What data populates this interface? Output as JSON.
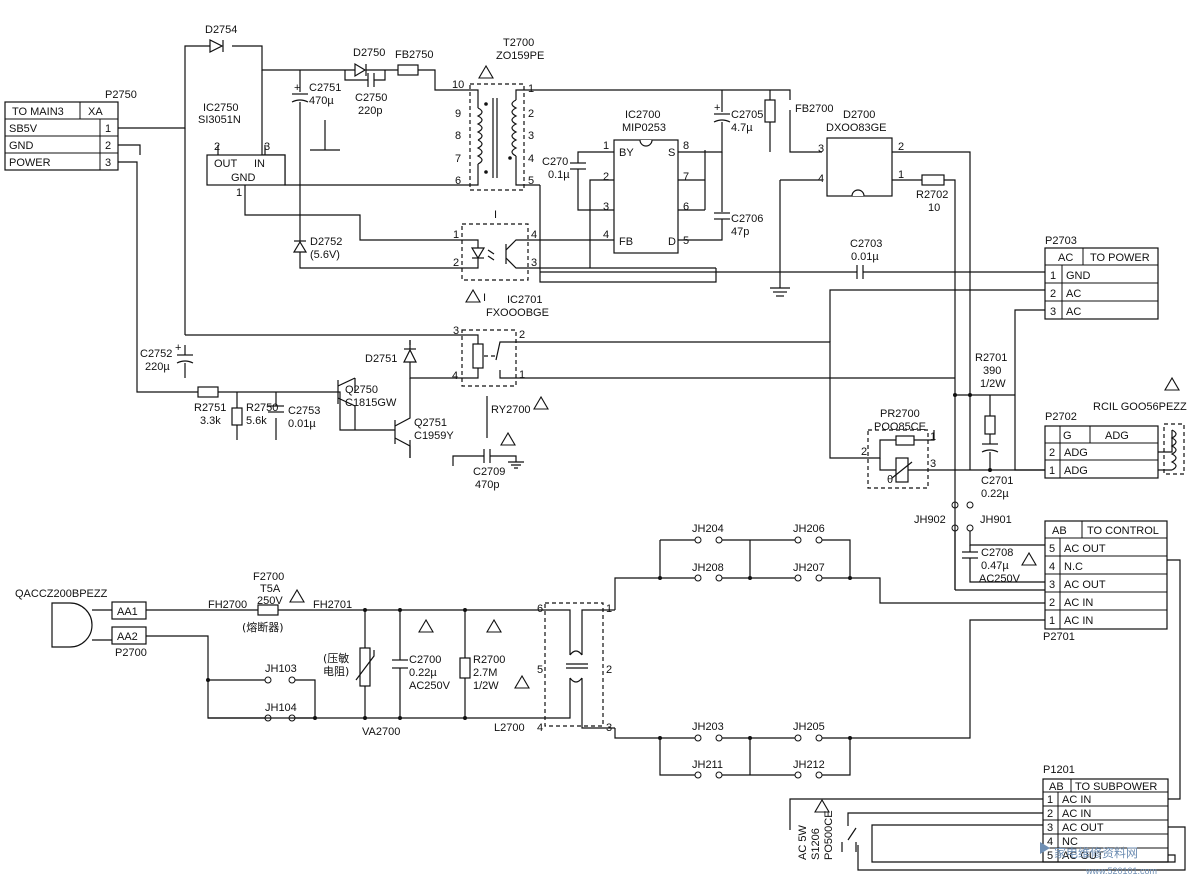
{
  "connectors": {
    "p2750": {
      "ref": "P2750",
      "head_left": "TO MAIN3",
      "head_right": "XA",
      "rows": [
        {
          "name": "SB5V",
          "pin": "1"
        },
        {
          "name": "GND",
          "pin": "2"
        },
        {
          "name": "POWER",
          "pin": "3"
        }
      ]
    },
    "p2703": {
      "ref": "P2703",
      "head_left": "AC",
      "head_right": "TO POWER",
      "rows": [
        {
          "pin": "1",
          "name": "GND"
        },
        {
          "pin": "2",
          "name": "AC"
        },
        {
          "pin": "3",
          "name": "AC"
        }
      ]
    },
    "p2702": {
      "ref": "P2702",
      "head_left": "G",
      "head_right": "ADG",
      "rows": [
        {
          "pin": "2",
          "name": "ADG"
        },
        {
          "pin": "1",
          "name": "ADG"
        }
      ]
    },
    "p2701": {
      "ref": "P2701",
      "head_left": "AB",
      "head_right": "TO CONTROL",
      "rows": [
        {
          "pin": "5",
          "name": "AC OUT"
        },
        {
          "pin": "4",
          "name": "N.C"
        },
        {
          "pin": "3",
          "name": "AC OUT"
        },
        {
          "pin": "2",
          "name": "AC IN"
        },
        {
          "pin": "1",
          "name": "AC IN"
        }
      ]
    },
    "p1201": {
      "ref": "P1201",
      "head_left": "AB",
      "head_right": "TO SUBPOWER",
      "rows": [
        {
          "pin": "1",
          "name": "AC IN"
        },
        {
          "pin": "2",
          "name": "AC IN"
        },
        {
          "pin": "3",
          "name": "AC OUT"
        },
        {
          "pin": "4",
          "name": "NC"
        },
        {
          "pin": "5",
          "name": "AC OUT"
        }
      ]
    },
    "p2700": {
      "ref": "P2700",
      "pins": [
        "AA1",
        "AA2"
      ],
      "plug": "QACCZ200BPEZZ"
    }
  },
  "components": {
    "d2754": "D2754",
    "ic2750": {
      "ref": "IC2750",
      "part": "SI3051N",
      "out": "OUT",
      "in": "IN",
      "gnd": "GND",
      "pin1": "1",
      "pin2": "2",
      "pin3": "3"
    },
    "c2751": {
      "ref": "C2751",
      "value": "470µ"
    },
    "d2750": "D2750",
    "fb2750": "FB2750",
    "c2750": {
      "ref": "C2750",
      "value": "220p"
    },
    "t2700": {
      "ref": "T2700",
      "part": "ZO159PE",
      "pins": [
        "10",
        "9",
        "8",
        "7",
        "6",
        "2",
        "3",
        "4",
        "5",
        "1"
      ]
    },
    "ic2700": {
      "ref": "IC2700",
      "part": "MIP0253",
      "by": "BY",
      "s": "S",
      "fb": "FB",
      "d": "D",
      "pins": [
        "1",
        "2",
        "3",
        "4",
        "8",
        "7",
        "6",
        "5"
      ]
    },
    "c270": {
      "ref": "C270",
      "value": "0.1µ"
    },
    "c2705": {
      "ref": "C2705",
      "value": "4.7µ"
    },
    "c2706": {
      "ref": "C2706",
      "value": "47p"
    },
    "fb2700": "FB2700",
    "d2700": {
      "ref": "D2700",
      "part": "DXOO83GE",
      "pins": [
        "3",
        "4",
        "2",
        "1"
      ]
    },
    "r2702": {
      "ref": "R2702",
      "value": "10"
    },
    "d2752": {
      "ref": "D2752",
      "value": "(5.6V)"
    },
    "ic2701": {
      "ref": "IC2701",
      "part": "FXOOOBGE",
      "mark": "I",
      "pins": [
        "1",
        "2",
        "4",
        "3"
      ]
    },
    "c2703": {
      "ref": "C2703",
      "value": "0.01µ"
    },
    "c2752": {
      "ref": "C2752",
      "value": "220µ"
    },
    "d2751": "D2751",
    "ry2700": {
      "ref": "RY2700",
      "pins": [
        "3",
        "2",
        "4",
        "1"
      ]
    },
    "q2750": {
      "ref": "Q2750",
      "part": "C1815GW"
    },
    "q2751": {
      "ref": "Q2751",
      "part": "C1959Y"
    },
    "r2751": {
      "ref": "R2751",
      "value": "3.3k"
    },
    "r2750": {
      "ref": "R2750",
      "value": "5.6k"
    },
    "c2753": {
      "ref": "C2753",
      "value": "0.01µ"
    },
    "c2709": {
      "ref": "C2709",
      "value": "470p"
    },
    "r2701": {
      "ref": "R2701",
      "value": "390",
      "power": "1/2W"
    },
    "pr2700": {
      "ref": "PR2700",
      "part": "POO85CE",
      "theta": "θ",
      "pins": [
        "1",
        "2",
        "3"
      ]
    },
    "c2701": {
      "ref": "C2701",
      "value": "0.22µ"
    },
    "rcil": "RCIL GOO56PEZZ",
    "jh902": "JH902",
    "jh901": "JH901",
    "c2708": {
      "ref": "C2708",
      "value": "0.47µ",
      "rating": "AC250V"
    },
    "f2700": {
      "ref": "F2700",
      "value": "T5A",
      "rating": "250V",
      "note": "(熔断器)"
    },
    "fh2700": "FH2700",
    "fh2701": "FH2701",
    "va2700": {
      "ref": "VA2700",
      "note1": "(压敏",
      "note2": "电阻)"
    },
    "c2700": {
      "ref": "C2700",
      "value": "0.22µ",
      "rating": "AC250V"
    },
    "r2700": {
      "ref": "R2700",
      "value": "2.7M",
      "power": "1/2W"
    },
    "l2700": {
      "ref": "L2700",
      "pins": [
        "6",
        "5",
        "4",
        "1",
        "2",
        "3"
      ]
    },
    "jumpers": {
      "jh204": "JH204",
      "jh206": "JH206",
      "jh208": "JH208",
      "jh207": "JH207",
      "jh203": "JH203",
      "jh205": "JH205",
      "jh211": "JH211",
      "jh212": "JH212",
      "jh103": "JH103",
      "jh104": "JH104"
    },
    "switch": {
      "l1": "AC 5W",
      "l2": "S1206",
      "l3": "PO500CE"
    }
  },
  "watermark": {
    "text": "家电维修资料网",
    "url": "www.520101.com"
  }
}
